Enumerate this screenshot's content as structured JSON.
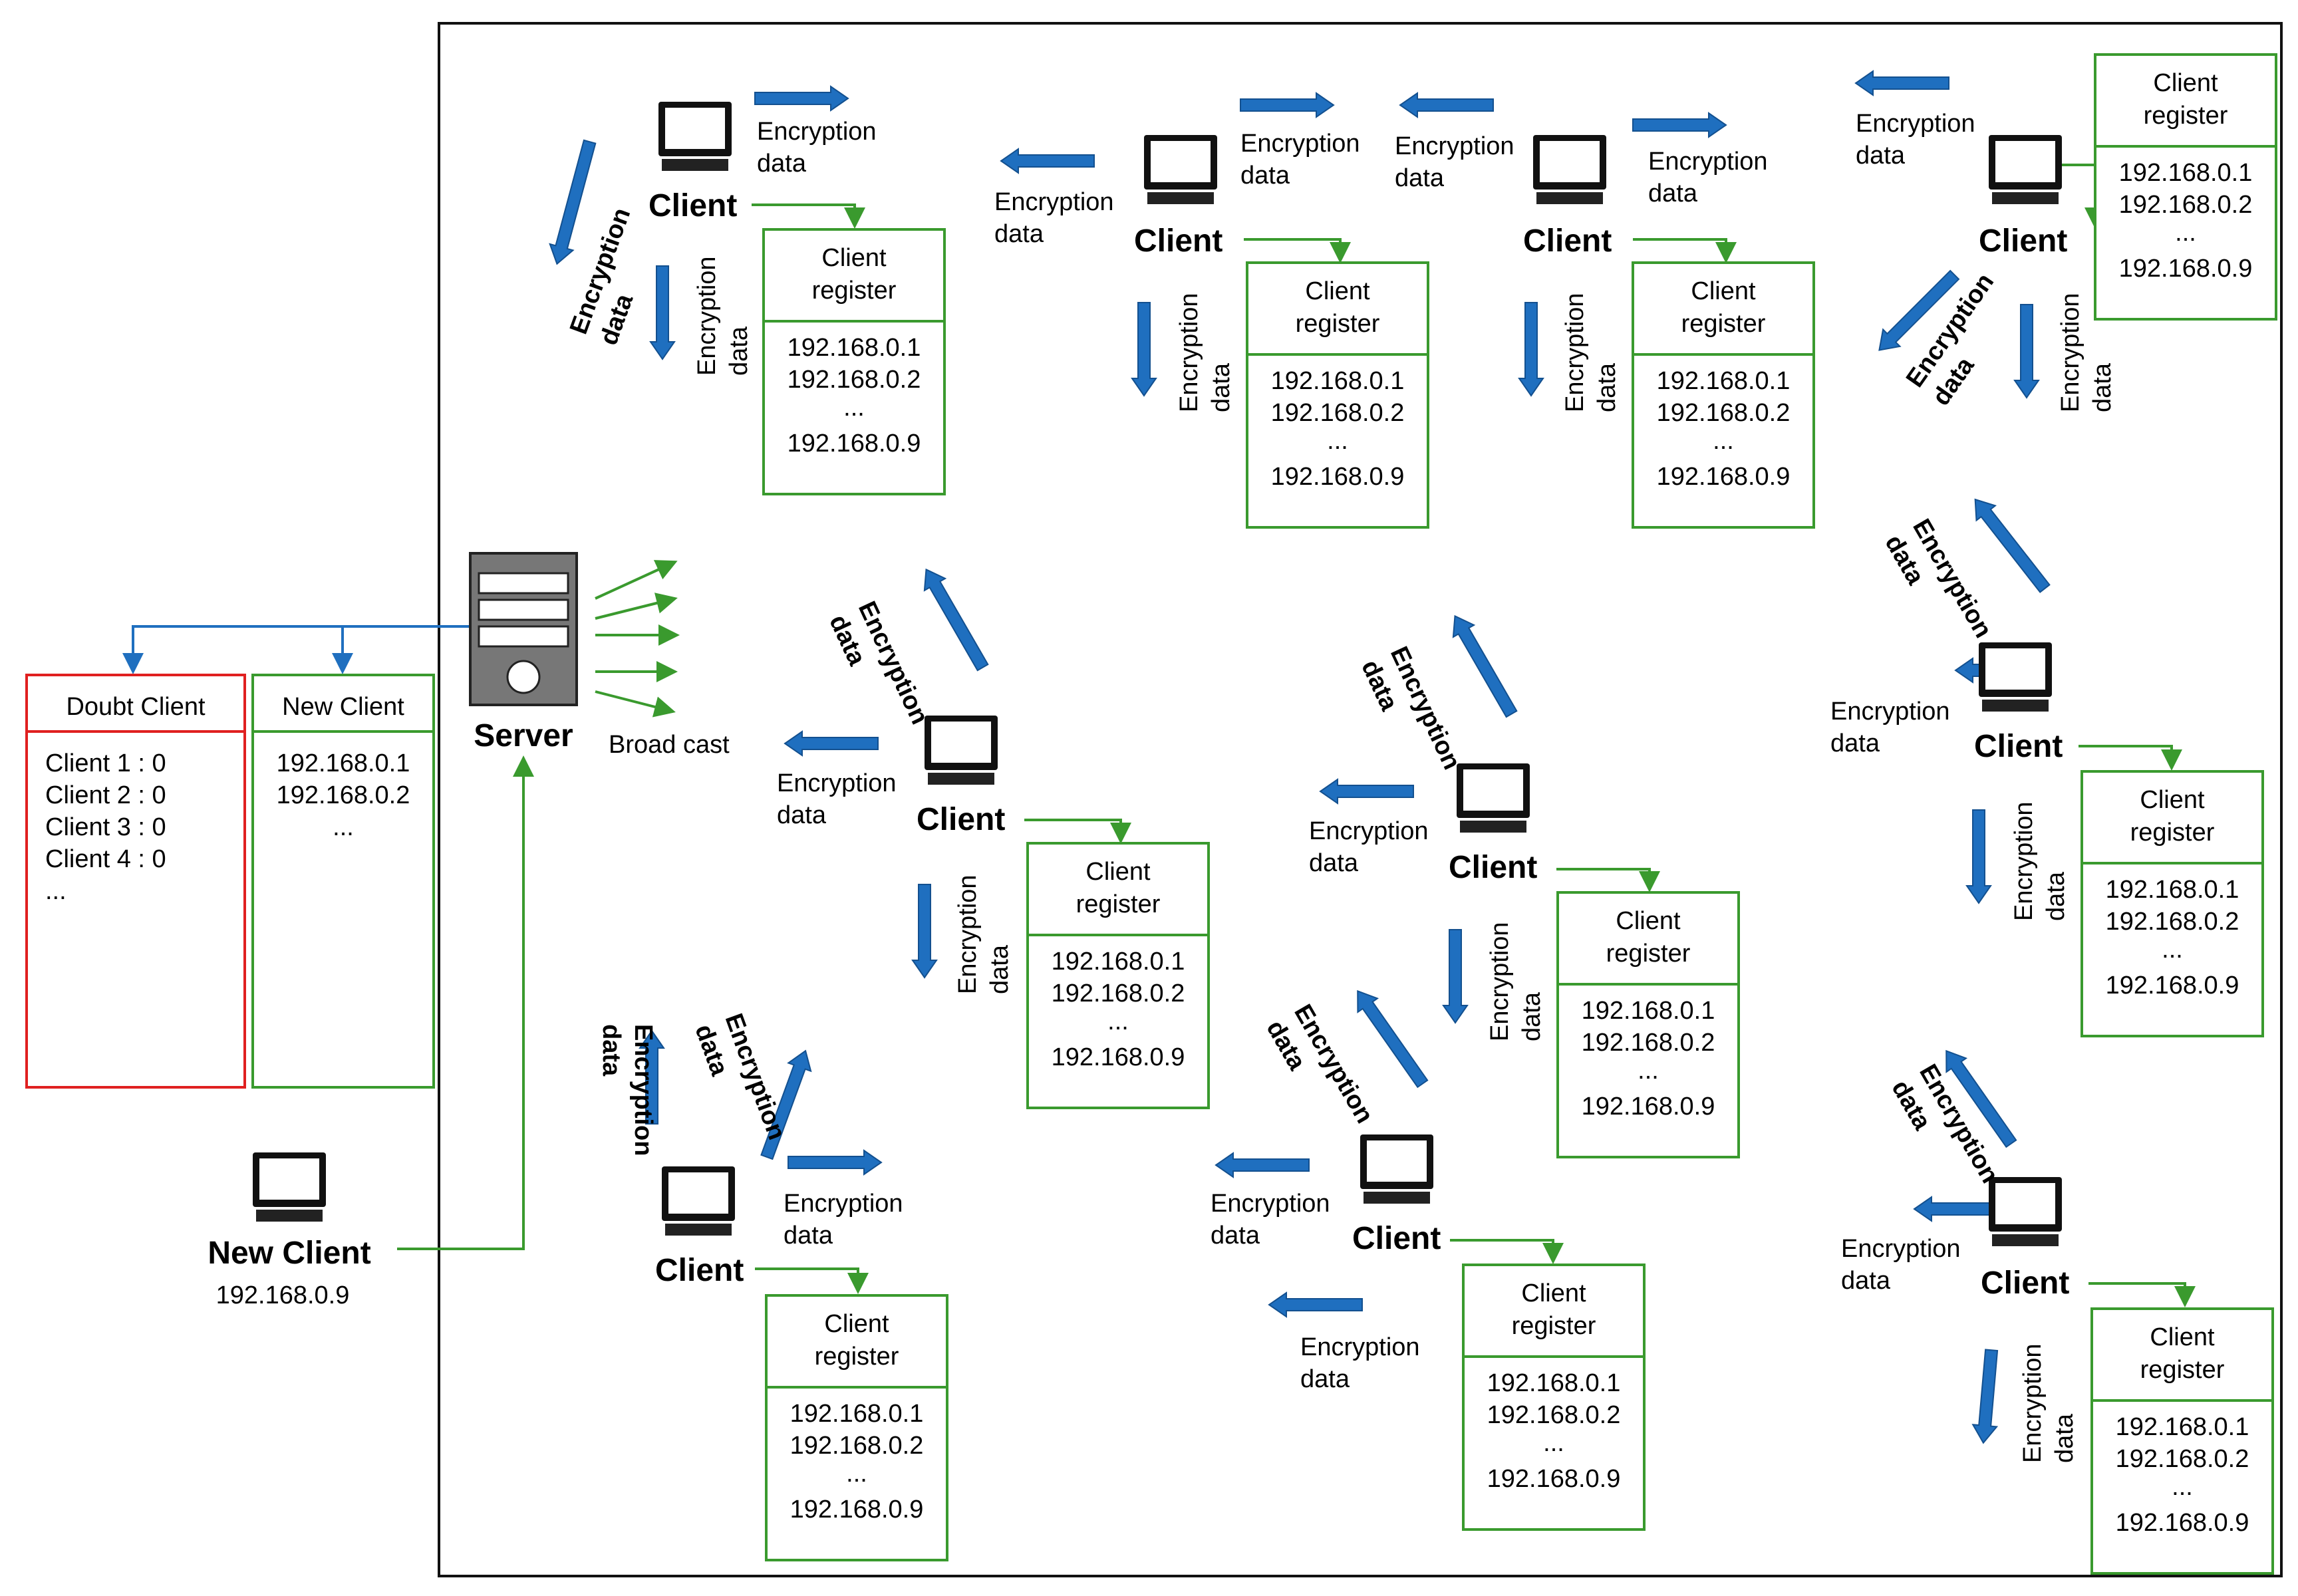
{
  "labels": {
    "client": "Client",
    "client_register_line1": "Client",
    "client_register_line2": "register",
    "enc_line1": "Encryption",
    "enc_line2": "data",
    "server": "Server",
    "broadcast": "Broad cast",
    "new_client": "New Client",
    "new_client_ip": "192.168.0.9"
  },
  "register_entries": [
    "192.168.0.1",
    "192.168.0.2",
    "...",
    "192.168.0.9"
  ],
  "doubt_client_table": {
    "title": "Doubt Client",
    "rows": [
      "Client 1 : 0",
      "Client 2 : 0",
      "Client 3 : 0",
      "Client 4 : 0",
      "..."
    ]
  },
  "new_client_table": {
    "title": "New Client",
    "rows": [
      "192.168.0.1",
      "192.168.0.2",
      "..."
    ]
  },
  "colors": {
    "blue_arrow": "#1f6fbf",
    "green_line": "#3a9a2e",
    "red_box": "#e02020",
    "green_box": "#3a9a2e"
  }
}
